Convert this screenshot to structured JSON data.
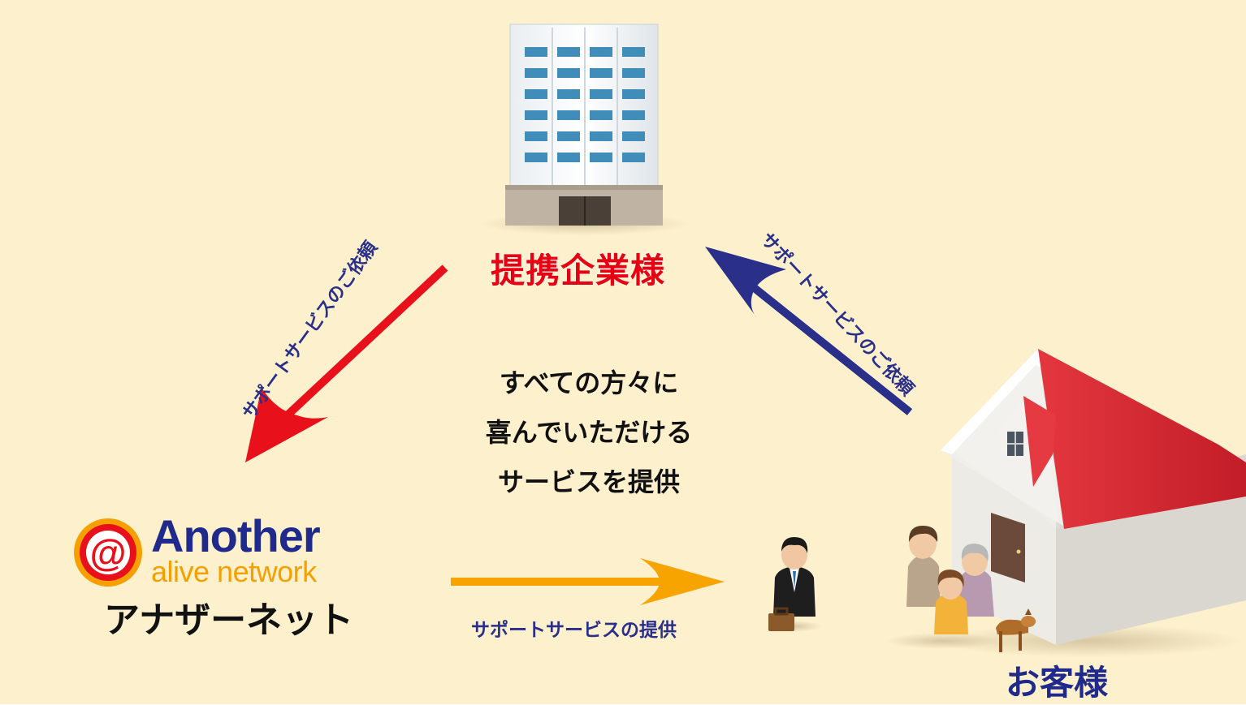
{
  "partner": {
    "label": "提携企業様"
  },
  "center": {
    "lines": [
      "すべての方々に",
      "喜んでいただける",
      "サービスを提供"
    ]
  },
  "logo": {
    "at": "@",
    "name": "Another",
    "tagline": "alive network",
    "kana": "アナザーネット"
  },
  "customer": {
    "label": "お客様"
  },
  "arrows": {
    "left_request": "サポートサービスのご依頼",
    "right_request": "サポートサービスのご依頼",
    "provide": "サポートサービスの提供"
  },
  "colors": {
    "background": "#fdf0cc",
    "red_arrow": "#e8101a",
    "blue_arrow": "#2a2f8a",
    "orange_arrow": "#f7a400",
    "partner_text": "#e60012",
    "customer_text": "#1f2a8c"
  },
  "icons": [
    "building-icon",
    "house-icon",
    "staff-person-icon",
    "family-group-icon",
    "dog-icon",
    "briefcase-icon",
    "at-logo-icon"
  ]
}
